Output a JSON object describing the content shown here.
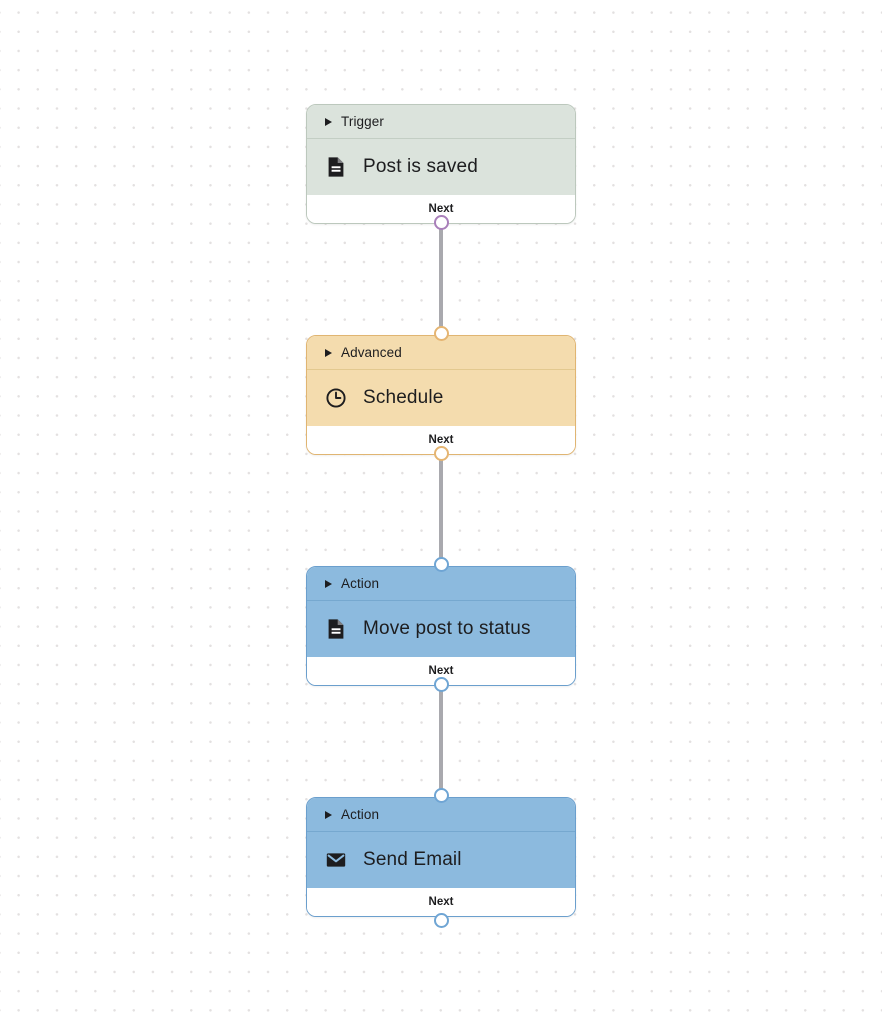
{
  "canvas": {
    "background_color": "#ffffff",
    "dot_color": "#e3e0e0",
    "connector_color": "#a9a9ae"
  },
  "nodes": [
    {
      "id": "node-trigger",
      "category": "Trigger",
      "title": "Post is saved",
      "icon": "document-icon",
      "footer_label": "Next",
      "color": "#dbe3dc",
      "border_color": "#bcc8bd",
      "input_port": null,
      "output_port_color": "#a97fba"
    },
    {
      "id": "node-advanced",
      "category": "Advanced",
      "title": "Schedule",
      "icon": "clock-icon",
      "footer_label": "Next",
      "color": "#f4dcae",
      "border_color": "#e0b572",
      "input_port_color": "#e5b572",
      "output_port_color": "#e5b572"
    },
    {
      "id": "node-action-move",
      "category": "Action",
      "title": "Move post to status",
      "icon": "document-icon",
      "footer_label": "Next",
      "color": "#8cbade",
      "border_color": "#6b9fcd",
      "input_port_color": "#6fa5d4",
      "output_port_color": "#6fa5d4"
    },
    {
      "id": "node-action-email",
      "category": "Action",
      "title": "Send Email",
      "icon": "envelope-icon",
      "footer_label": "Next",
      "color": "#8cbade",
      "border_color": "#6b9fcd",
      "input_port_color": "#6fa5d4",
      "output_port_color": "#6fa5d4"
    }
  ]
}
